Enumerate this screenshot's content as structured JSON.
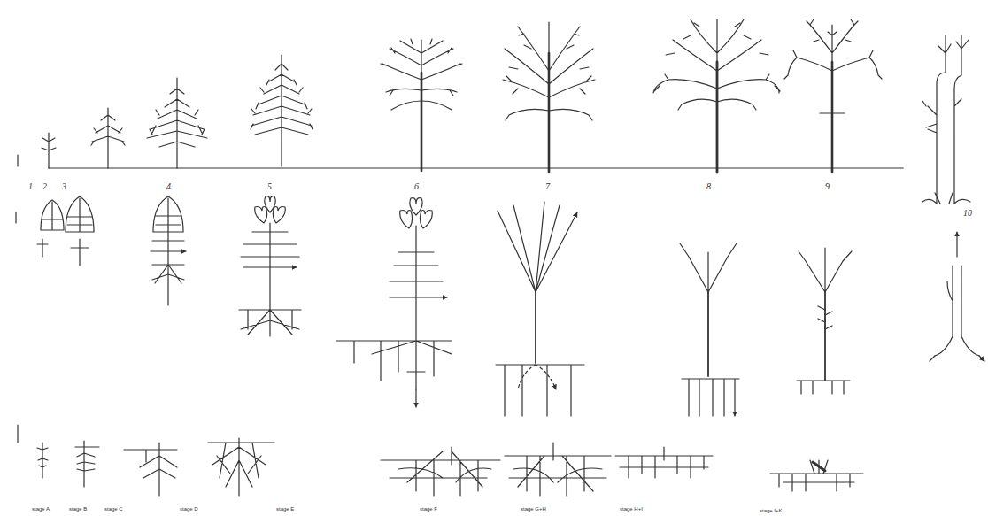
{
  "diagram": {
    "labels": [
      "1",
      "2",
      "3",
      "4",
      "5",
      "6",
      "7",
      "8",
      "9",
      "10",
      "stage A",
      "stage B",
      "stage C",
      "stage D",
      "stage E",
      "stage F",
      "stage G+H",
      "stage H+I",
      "stage I+K"
    ]
  }
}
